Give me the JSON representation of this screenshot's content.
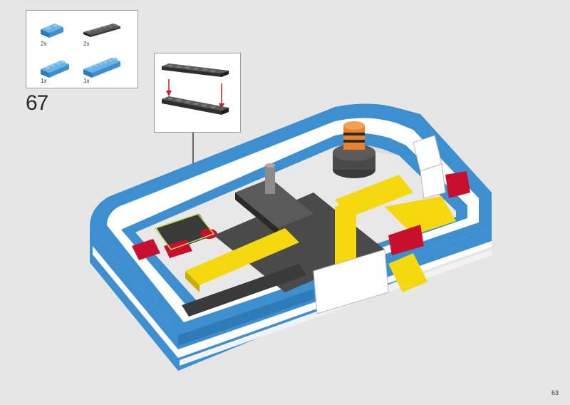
{
  "parts_list": {
    "items": [
      {
        "color": "#3d8fcf",
        "quantity": "2x",
        "piece": "blue-plate-1x2-icon"
      },
      {
        "color": "#3a3a3a",
        "quantity": "2x",
        "piece": "dark-grey-plate-1x6-icon"
      },
      {
        "color": "#3d8fcf",
        "quantity": "1x",
        "piece": "blue-plate-1x4-icon"
      },
      {
        "color": "#3d8fcf",
        "quantity": "1x",
        "piece": "blue-plate-1x6-icon"
      }
    ]
  },
  "step": {
    "number": "67"
  },
  "page": {
    "number": "63"
  },
  "colors": {
    "blue": "#3d8fcf",
    "dark_grey": "#3a3a3a",
    "yellow": "#f5d80f",
    "red": "#c8102e",
    "white": "#ffffff",
    "orange": "#e8822a",
    "arrow_red": "#cc1a2a"
  }
}
